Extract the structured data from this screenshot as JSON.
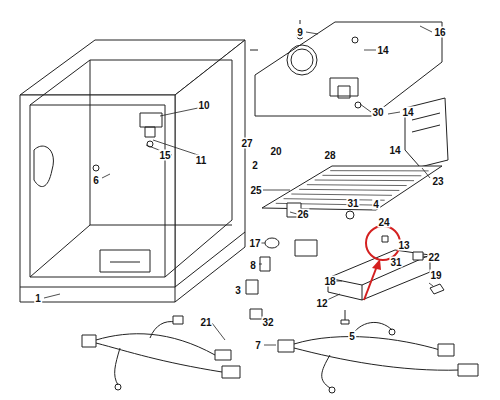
{
  "diagram": {
    "labels": [
      "9",
      "16",
      "14",
      "10",
      "30",
      "14",
      "27",
      "20",
      "28",
      "6",
      "15",
      "11",
      "2",
      "25",
      "14",
      "23",
      "26",
      "4",
      "31",
      "24",
      "13",
      "31",
      "22",
      "17",
      "8",
      "3",
      "18",
      "12",
      "19",
      "1",
      "32",
      "5",
      "21",
      "7"
    ]
  }
}
